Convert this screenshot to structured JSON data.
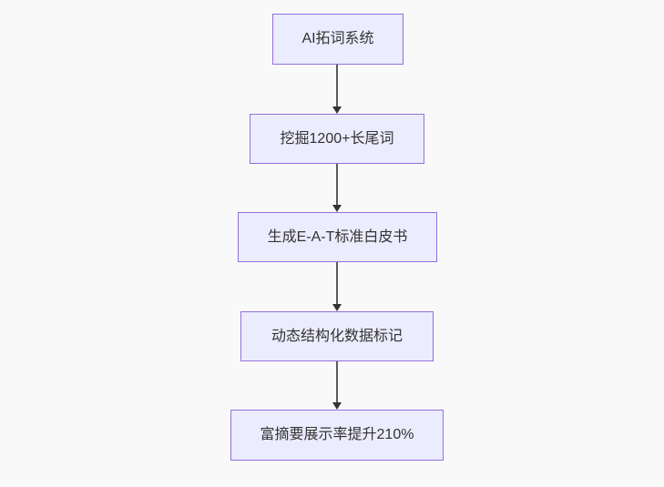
{
  "diagram": {
    "type": "flowchart",
    "direction": "top-down",
    "nodes": [
      {
        "id": "A",
        "label": "AI拓词系统"
      },
      {
        "id": "B",
        "label": "挖掘1200+长尾词"
      },
      {
        "id": "C",
        "label": "生成E-A-T标准白皮书"
      },
      {
        "id": "D",
        "label": "动态结构化数据标记"
      },
      {
        "id": "E",
        "label": "富摘要展示率提升210%"
      }
    ],
    "edges": [
      {
        "from": "A",
        "to": "B"
      },
      {
        "from": "B",
        "to": "C"
      },
      {
        "from": "C",
        "to": "D"
      },
      {
        "from": "D",
        "to": "E"
      }
    ],
    "colors": {
      "background": "#f9f9f9",
      "node_fill": "#ECECFF",
      "node_border": "#9370DB",
      "edge_line": "#5b5b5b",
      "arrowhead": "#333333",
      "text": "#333333"
    }
  }
}
